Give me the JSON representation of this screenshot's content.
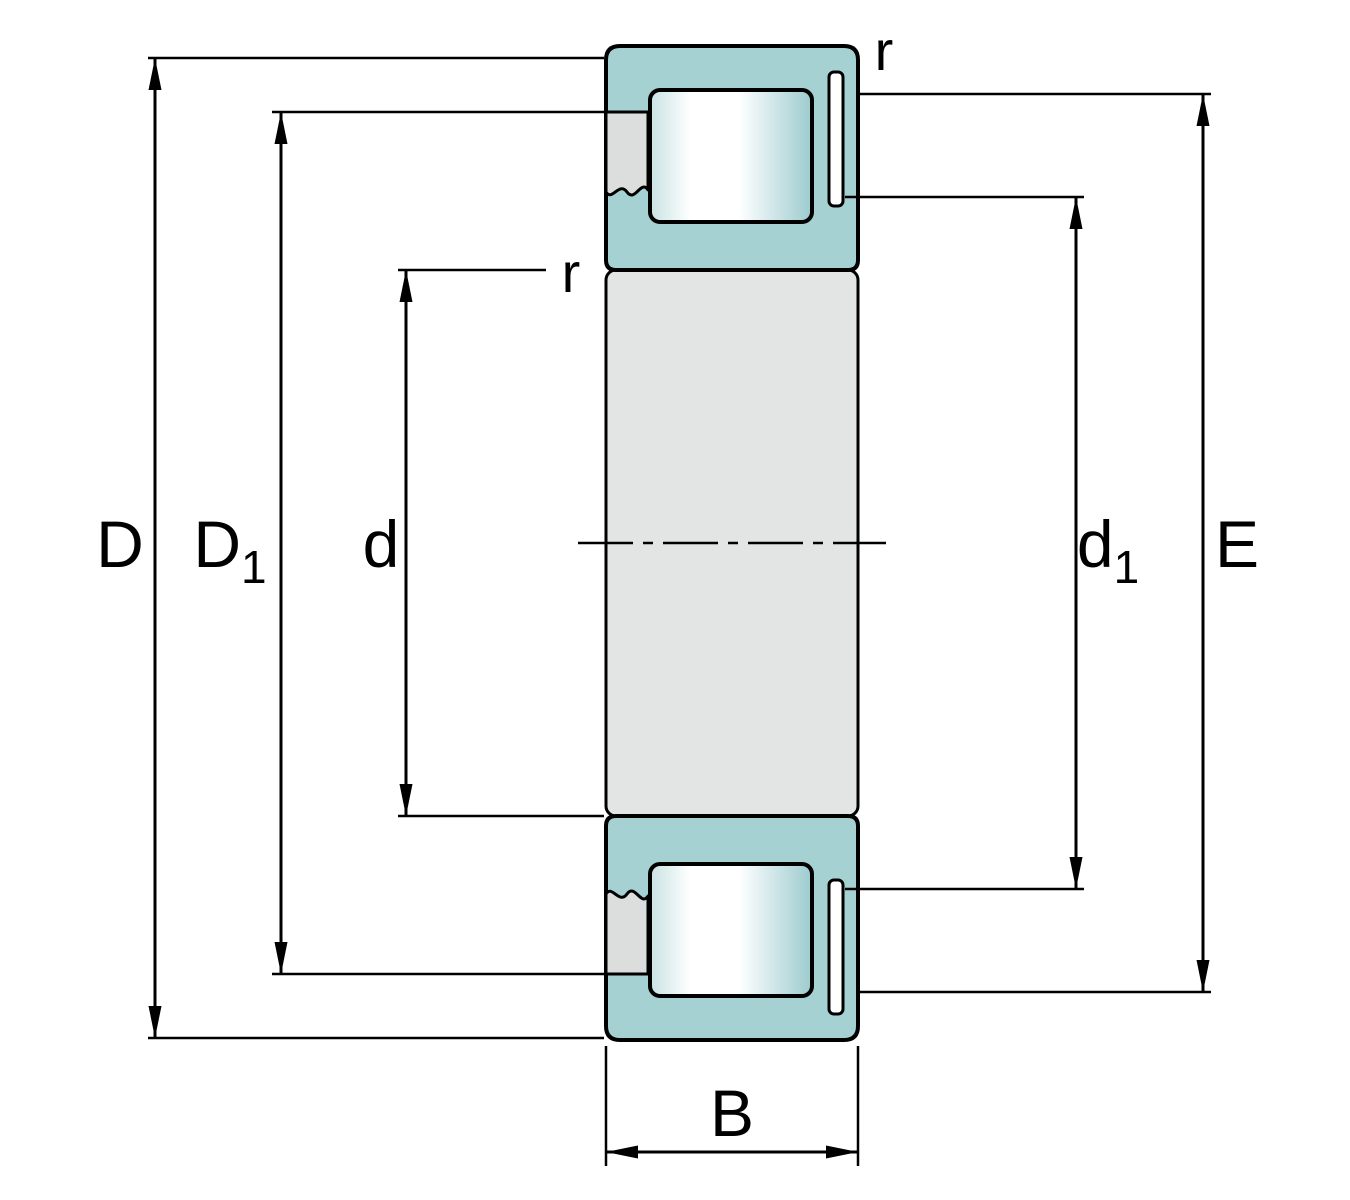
{
  "diagram": {
    "labels": {
      "D": "D",
      "D1": {
        "main": "D",
        "sub": "1"
      },
      "d": "d",
      "d1": {
        "main": "d",
        "sub": "1"
      },
      "E": "E",
      "B": "B",
      "r_outer": "r",
      "r_bore": "r"
    },
    "colors": {
      "ring": "#a6d1d3",
      "bore_fill": "#e3e4e4",
      "cage_fill": "#dcdddd",
      "roller_edge": "#c9e2e3",
      "roller_light": "#ffffff",
      "roller_shade": "#9ccbcf",
      "outline": "#000000",
      "background": "#ffffff"
    }
  }
}
